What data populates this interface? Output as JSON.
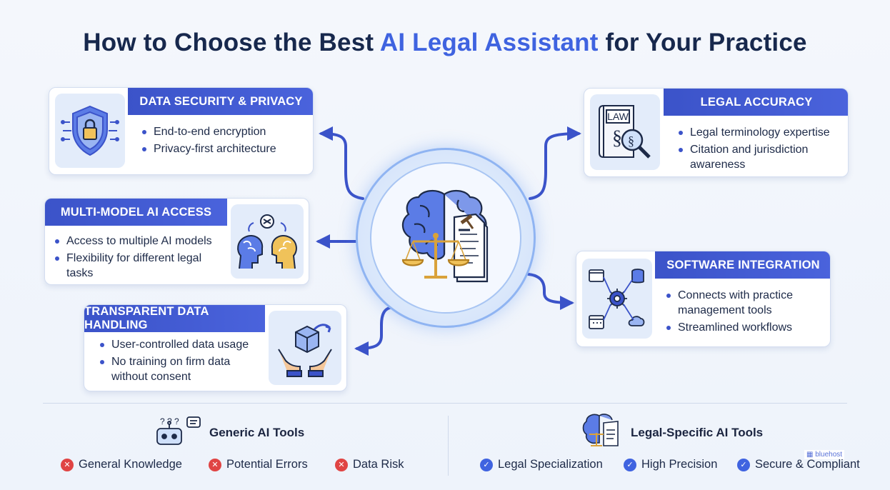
{
  "title": {
    "prefix": "How to Choose the Best ",
    "accent": "AI Legal Assistant",
    "suffix": " for Your Practice"
  },
  "cards": {
    "data_security": {
      "heading": "DATA SECURITY & PRIVACY",
      "icon": "shield-lock-icon",
      "bullets": [
        "End-to-end encryption",
        "Privacy-first architecture"
      ]
    },
    "multi_model": {
      "heading": "MULTI-MODEL AI ACCESS",
      "icon": "ai-heads-icon",
      "bullets": [
        "Access to multiple AI models",
        "Flexibility for different legal tasks"
      ]
    },
    "transparent": {
      "heading": "TRANSPARENT DATA HANDLING",
      "icon": "hands-cube-icon",
      "bullets": [
        "User-controlled data usage",
        "No training on firm data without consent"
      ]
    },
    "legal_accuracy": {
      "heading": "LEGAL ACCURACY",
      "icon": "law-book-icon",
      "icon_text": "LAW",
      "bullets": [
        "Legal terminology expertise",
        "Citation and jurisdiction awareness"
      ]
    },
    "software_integration": {
      "heading": "SOFTWARE INTEGRATION",
      "icon": "integration-network-icon",
      "bullets": [
        "Connects with practice management tools",
        "Streamlined workflows"
      ]
    }
  },
  "hub": {
    "icon": "brain-scales-document-icon"
  },
  "footer": {
    "generic": {
      "title": "Generic AI Tools",
      "icon": "robot-question-icon",
      "tags": [
        "General Knowledge",
        "Potential Errors",
        "Data Risk"
      ]
    },
    "legal": {
      "title": "Legal-Specific AI Tools",
      "icon": "brain-document-icon",
      "tags": [
        "Legal Specialization",
        "High Precision",
        "Secure & Compliant"
      ]
    }
  },
  "watermark": "bluehost",
  "colors": {
    "navy": "#17284d",
    "accent_blue": "#3f63e0",
    "header_blue": "#3b53c9",
    "red": "#e04444",
    "tile_bg": "#e3ecfa"
  }
}
